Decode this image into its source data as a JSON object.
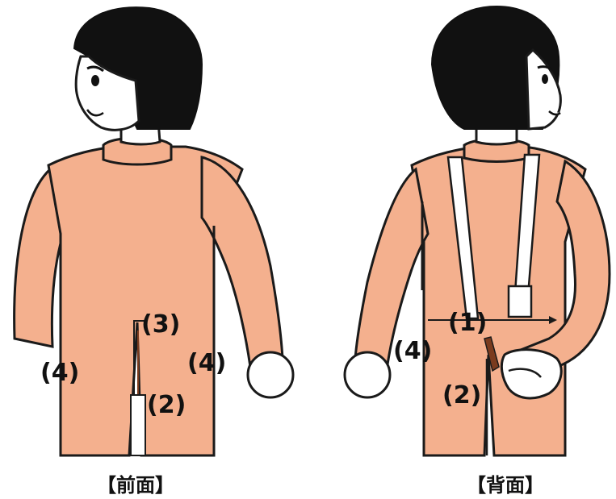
{
  "colors": {
    "suit": "#F4B08E",
    "outline": "#1a1a1a",
    "hair": "#111111",
    "skin": "#ffffff",
    "zipper_accent": "#7a3b1e"
  },
  "figures": [
    {
      "id": "front",
      "caption": "【前面】",
      "labels": {
        "l3": "(3)",
        "l2": "(2)",
        "l4_left": "(4)",
        "l4_right": "(4)"
      }
    },
    {
      "id": "back",
      "caption": "【背面】",
      "labels": {
        "l1": "(1)",
        "l4": "(4)",
        "l2": "(2)"
      }
    }
  ]
}
